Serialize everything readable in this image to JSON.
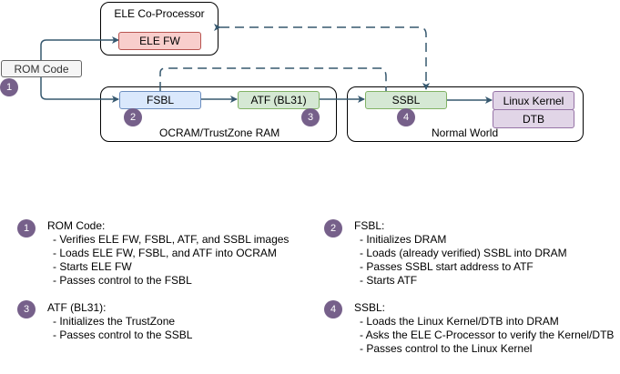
{
  "diagram": {
    "containers": {
      "ele": {
        "label": "ELE Co-Processor"
      },
      "ocram": {
        "label": "OCRAM/TrustZone RAM"
      },
      "normal": {
        "label": "Normal World"
      }
    },
    "nodes": {
      "rom": {
        "label": "ROM Code",
        "color": "#f5f5f5"
      },
      "ele_fw": {
        "label": "ELE FW",
        "color": "#f8cecc"
      },
      "fsbl": {
        "label": "FSBL",
        "color": "#dae8fc"
      },
      "atf": {
        "label": "ATF (BL31)",
        "color": "#d5e8d4"
      },
      "ssbl": {
        "label": "SSBL",
        "color": "#d5e8d4"
      },
      "kernel": {
        "label": "Linux Kernel",
        "color": "#e1d5e7"
      },
      "dtb": {
        "label": "DTB",
        "color": "#e1d5e7"
      }
    },
    "badges": [
      "1",
      "2",
      "3",
      "4"
    ],
    "edge_color": "#36586f",
    "badge_color": "#76608a"
  },
  "legend": [
    {
      "number": "1",
      "title": "ROM Code:",
      "items": [
        "- Verifies ELE FW, FSBL, ATF, and SSBL images",
        "- Loads ELE FW, FSBL, and ATF into OCRAM",
        "- Starts ELE FW",
        "- Passes control to the FSBL"
      ]
    },
    {
      "number": "2",
      "title": "FSBL:",
      "items": [
        "- Initializes DRAM",
        "- Loads (already verified) SSBL into DRAM",
        "- Passes SSBL start address to ATF",
        "- Starts ATF"
      ]
    },
    {
      "number": "3",
      "title": "ATF (BL31):",
      "items": [
        "- Initializes the TrustZone",
        "- Passes control to the SSBL"
      ]
    },
    {
      "number": "4",
      "title": "SSBL:",
      "items": [
        "- Loads the Linux Kernel/DTB into DRAM",
        "- Asks the ELE C-Processor to verify the Kernel/DTB",
        "- Passes control to the Linux Kernel"
      ]
    }
  ]
}
